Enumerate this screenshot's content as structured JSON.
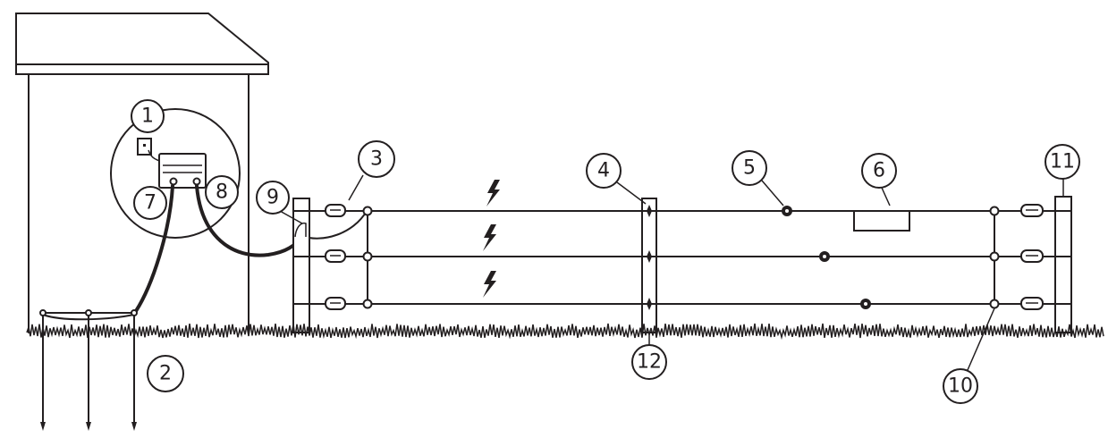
{
  "callouts": {
    "c1": "1",
    "c2": "2",
    "c3": "3",
    "c4": "4",
    "c5": "5",
    "c6": "6",
    "c7": "7",
    "c8": "8",
    "c9": "9",
    "c10": "10",
    "c11": "11",
    "c12": "12"
  },
  "colors": {
    "ink": "#231f20",
    "background": "#ffffff"
  },
  "icons": {
    "bolt": "lightning-bolt-icon"
  }
}
